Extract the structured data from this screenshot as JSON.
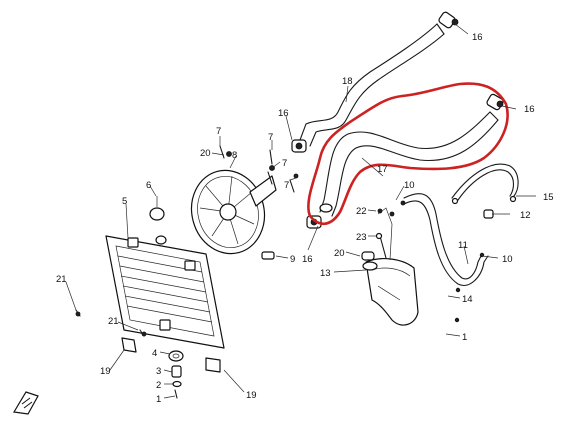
{
  "parts": [
    {
      "id": "label-16-top",
      "text": "16"
    },
    {
      "id": "label-16-right",
      "text": "16"
    },
    {
      "id": "label-16-mid",
      "text": "16"
    },
    {
      "id": "label-16-low",
      "text": "16"
    },
    {
      "id": "label-18",
      "text": "18"
    },
    {
      "id": "label-17",
      "text": "17"
    },
    {
      "id": "label-15",
      "text": "15"
    },
    {
      "id": "label-12",
      "text": "12"
    },
    {
      "id": "label-10-a",
      "text": "10"
    },
    {
      "id": "label-10-b",
      "text": "10"
    },
    {
      "id": "label-11",
      "text": "11"
    },
    {
      "id": "label-7-a",
      "text": "7"
    },
    {
      "id": "label-7-b",
      "text": "7"
    },
    {
      "id": "label-7-c",
      "text": "7"
    },
    {
      "id": "label-7-d",
      "text": "7"
    },
    {
      "id": "label-8",
      "text": "8"
    },
    {
      "id": "label-20-a",
      "text": "20"
    },
    {
      "id": "label-20-b",
      "text": "20"
    },
    {
      "id": "label-22",
      "text": "22"
    },
    {
      "id": "label-23",
      "text": "23"
    },
    {
      "id": "label-6",
      "text": "6"
    },
    {
      "id": "label-5",
      "text": "5"
    },
    {
      "id": "label-9",
      "text": "9"
    },
    {
      "id": "label-13",
      "text": "13"
    },
    {
      "id": "label-14",
      "text": "14"
    },
    {
      "id": "label-1",
      "text": "1"
    },
    {
      "id": "label-21-a",
      "text": "21"
    },
    {
      "id": "label-21-b",
      "text": "21"
    },
    {
      "id": "label-4",
      "text": "4"
    },
    {
      "id": "label-3",
      "text": "3"
    },
    {
      "id": "label-2",
      "text": "2"
    },
    {
      "id": "label-1-b",
      "text": "1"
    },
    {
      "id": "label-19-a",
      "text": "19"
    },
    {
      "id": "label-19-b",
      "text": "19"
    }
  ],
  "highlight": {
    "color": "#cc2222",
    "part": "17"
  },
  "colors": {
    "line": "#111111",
    "highlight": "#cc2222"
  }
}
